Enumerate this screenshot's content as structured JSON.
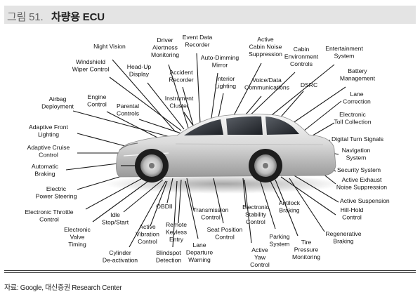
{
  "figure": {
    "number": "그림 51.",
    "title": "차량용 ECU",
    "source": "자료: Google, 대신증권 Research Center"
  },
  "labels": [
    {
      "id": "night-vision",
      "text": "Night Vision"
    },
    {
      "id": "driver-alertness",
      "text": "Driver\nAlertness\nMonitoring"
    },
    {
      "id": "event-data",
      "text": "Event Data\nRecorder"
    },
    {
      "id": "cabin-noise",
      "text": "Active\nCabin Noise\nSuppression"
    },
    {
      "id": "cabin-env",
      "text": "Cabin\nEnvironment\nControls"
    },
    {
      "id": "entertainment",
      "text": "Entertainment\nSystem"
    },
    {
      "id": "windshield-wiper",
      "text": "Windshield\nWiper Control"
    },
    {
      "id": "head-up",
      "text": "Head-Up\nDisplay"
    },
    {
      "id": "accident-recorder",
      "text": "Accident\nRecorder"
    },
    {
      "id": "auto-dimming",
      "text": "Auto-Dimming\nMirror"
    },
    {
      "id": "interior-lighting",
      "text": "Interior\nLighting"
    },
    {
      "id": "voice-data",
      "text": "Voice/Data\nCommunications"
    },
    {
      "id": "dsrc",
      "text": "DSRC"
    },
    {
      "id": "battery",
      "text": "Battery\nManagement"
    },
    {
      "id": "airbag",
      "text": "Airbag\nDeployment"
    },
    {
      "id": "engine-control",
      "text": "Engine\nControl"
    },
    {
      "id": "parental",
      "text": "Parental\nControls"
    },
    {
      "id": "instrument",
      "text": "Instrument\nCluster"
    },
    {
      "id": "lane-correction",
      "text": "Lane\nCorrection"
    },
    {
      "id": "toll",
      "text": "Electronic\nToll Collection"
    },
    {
      "id": "front-lighting",
      "text": "Adaptive Front\nLighting"
    },
    {
      "id": "digital-turn",
      "text": "Digital Turn Signals"
    },
    {
      "id": "cruise",
      "text": "Adaptive Cruise\nControl"
    },
    {
      "id": "navigation",
      "text": "Navigation\nSystem"
    },
    {
      "id": "auto-braking",
      "text": "Automatic\nBraking"
    },
    {
      "id": "security",
      "text": "Security System"
    },
    {
      "id": "exhaust",
      "text": "Active Exhaust\nNoise Suppression"
    },
    {
      "id": "power-steering",
      "text": "Electric\nPower Steering"
    },
    {
      "id": "suspension",
      "text": "Active Suspension"
    },
    {
      "id": "throttle",
      "text": "Electronic Throttle\nControl"
    },
    {
      "id": "hill-hold",
      "text": "Hill-Hold\nControl"
    },
    {
      "id": "valve-timing",
      "text": "Electronic\nValve\nTiming"
    },
    {
      "id": "idle-stop",
      "text": "Idle\nStop/Start"
    },
    {
      "id": "obdii",
      "text": "OBDII"
    },
    {
      "id": "vibration",
      "text": "Active\nVibration\nControl"
    },
    {
      "id": "keyless",
      "text": "Remote\nKeyless\nEntry"
    },
    {
      "id": "transmission",
      "text": "Transmission\nControl"
    },
    {
      "id": "stability",
      "text": "Electronic\nStability\nControl"
    },
    {
      "id": "antilock",
      "text": "Antilock\nBraking"
    },
    {
      "id": "regenerative",
      "text": "Regenerative\nBraking"
    },
    {
      "id": "cylinder",
      "text": "Cylinder\nDe-activation"
    },
    {
      "id": "blindspot",
      "text": "Blindspot\nDetection"
    },
    {
      "id": "lane-departure",
      "text": "Lane\nDeparture\nWarning"
    },
    {
      "id": "seat-position",
      "text": "Seat Position\nControl"
    },
    {
      "id": "yaw",
      "text": "Active\nYaw\nControl"
    },
    {
      "id": "parking",
      "text": "Parking\nSystem"
    },
    {
      "id": "tire",
      "text": "Tire\nPressure\nMonitoring"
    }
  ]
}
